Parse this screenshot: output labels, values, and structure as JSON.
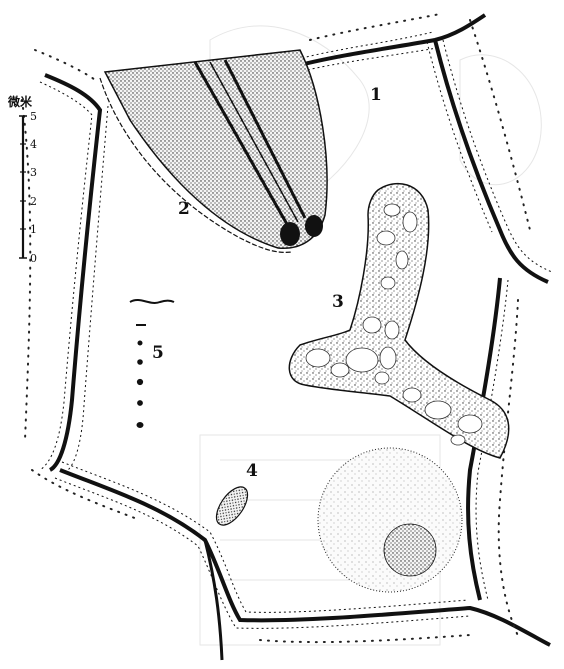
{
  "scale_bar": {
    "unit": "微米",
    "ticks": [
      "5",
      "4",
      "3",
      "2",
      "1",
      "0"
    ]
  },
  "labels": {
    "cell_wall": "1",
    "root_hair_tip": "2",
    "branched_hypha": "3",
    "oval_body": "4",
    "small_forms": "5"
  }
}
